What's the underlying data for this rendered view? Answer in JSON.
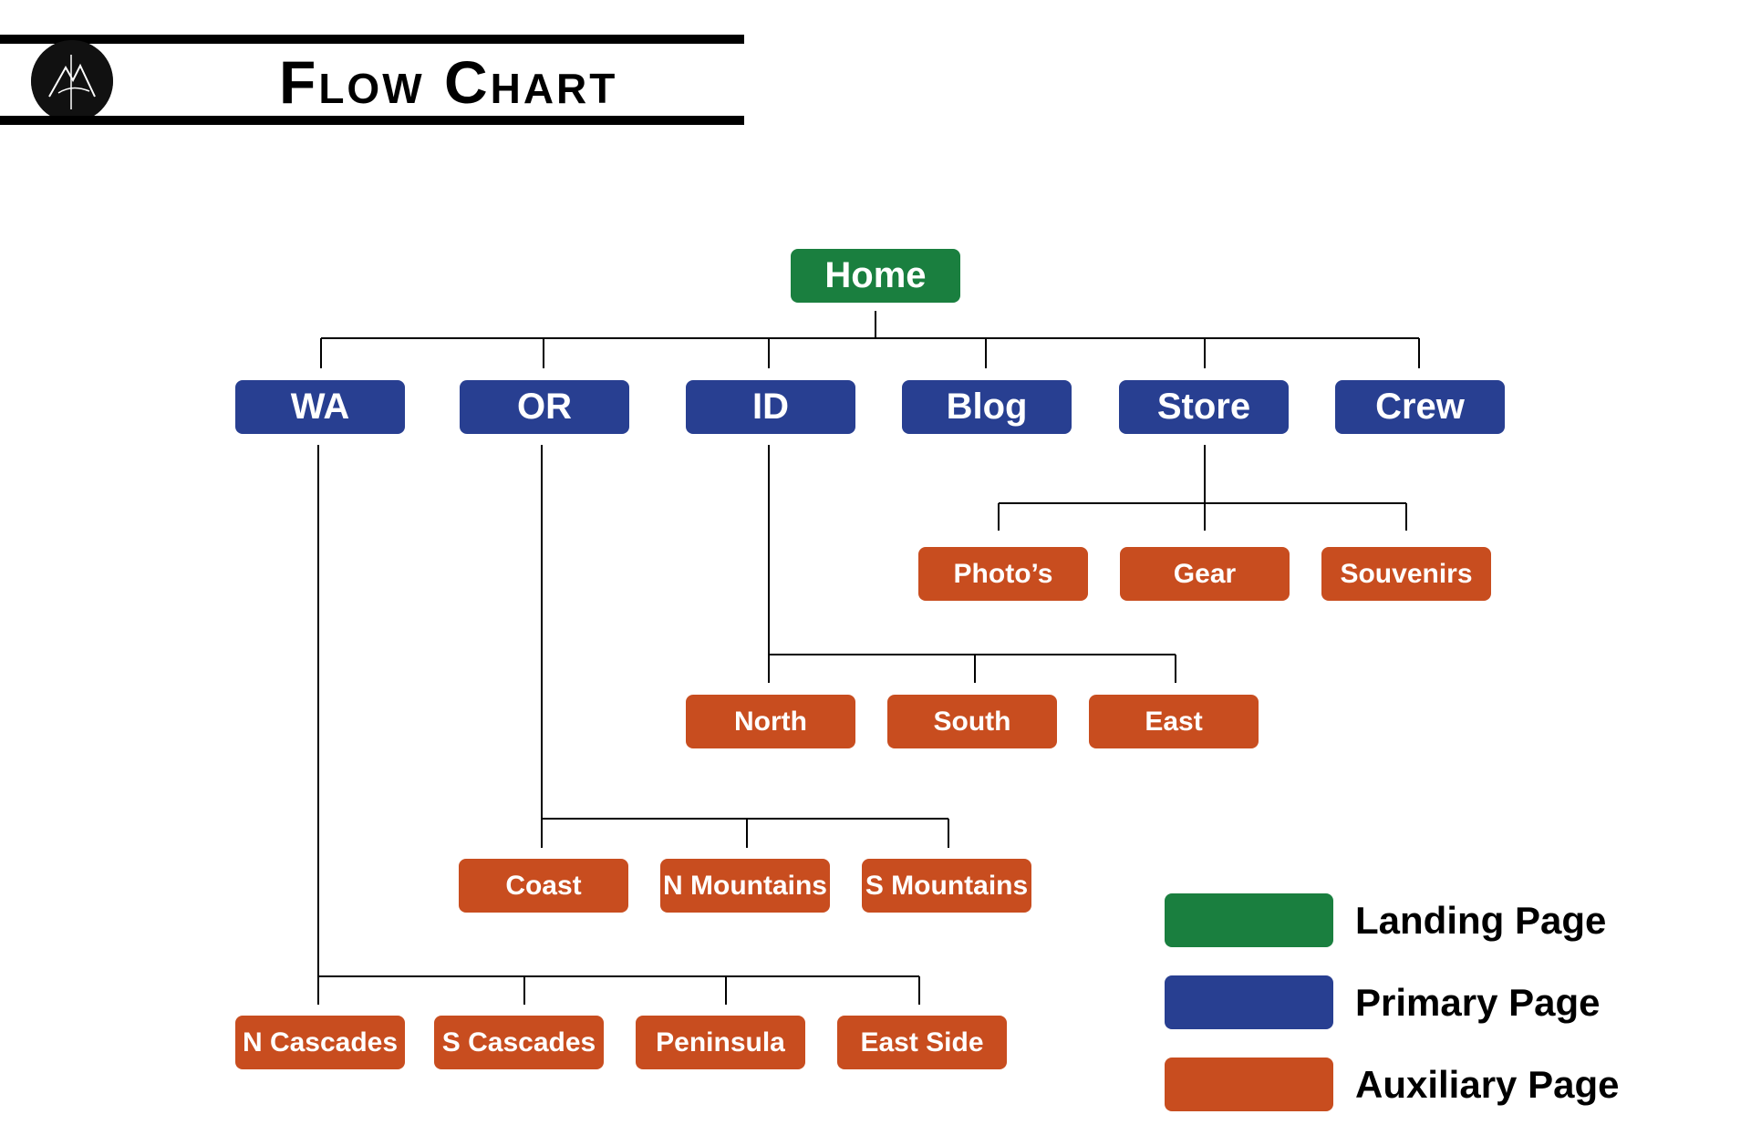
{
  "header": {
    "title": "Flow Chart",
    "logo_icon": "mountain-hiker-logo"
  },
  "colors": {
    "landing": "#1a7f3f",
    "primary": "#283f91",
    "auxiliary": "#c84d1f"
  },
  "nodes": {
    "home": "Home",
    "wa": "WA",
    "or": "OR",
    "id": "ID",
    "blog": "Blog",
    "store": "Store",
    "crew": "Crew",
    "photos": "Photo’s",
    "gear": "Gear",
    "souvenirs": "Souvenirs",
    "north": "North",
    "south": "South",
    "east": "East",
    "coast": "Coast",
    "n_mountains": "N Mountains",
    "s_mountains": "S Mountains",
    "n_cascades": "N Cascades",
    "s_cascades": "S Cascades",
    "peninsula": "Peninsula",
    "east_side": "East Side"
  },
  "legend": {
    "landing": "Landing Page",
    "primary": "Primary Page",
    "auxiliary": "Auxiliary Page"
  }
}
